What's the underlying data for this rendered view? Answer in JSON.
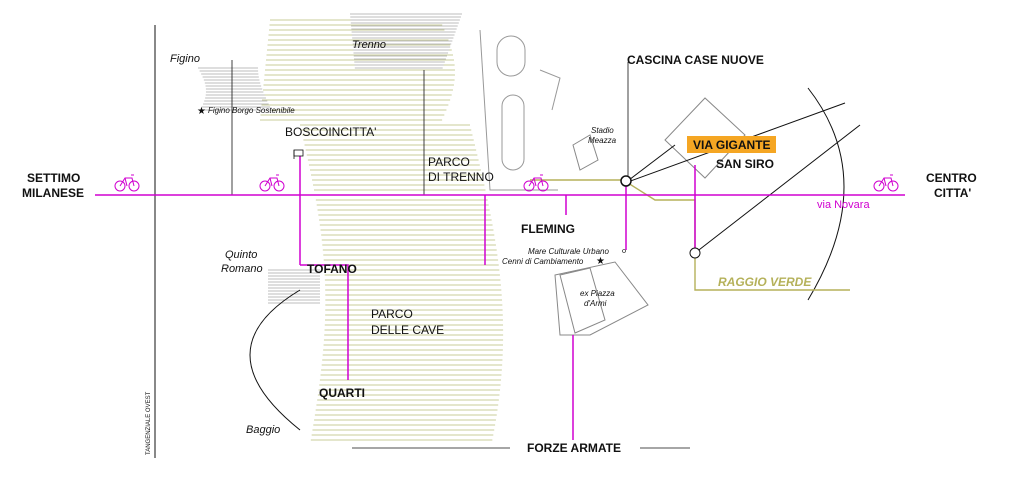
{
  "colors": {
    "bike_route": "#d000d0",
    "raggio_verde": "#b5b15a",
    "highlight_bg": "#f5a623",
    "park_hatch": "#c8cc9a",
    "urban_hatch": "#bdbdbd",
    "line": "#111111"
  },
  "icons": {
    "bicycle": "bicycle-icon",
    "star": "star-icon",
    "flag": "flag-icon",
    "node": "node-circle-icon"
  },
  "labels": {
    "settimo_line1": "SETTIMO",
    "settimo_line2": "MILANESE",
    "centro_line1": "CENTRO",
    "centro_line2": "CITTA'",
    "figino": "Figino",
    "figino_borgo": "Figino Borgo Sostenibile",
    "trenno": "Trenno",
    "boscoincitta": "BOSCOINCITTA'",
    "parco_trenno_1": "PARCO",
    "parco_trenno_2": "DI TRENNO",
    "cascina": "CASCINA CASE NUOVE",
    "stadio_1": "Stadio",
    "stadio_2": "Meazza",
    "via_gigante": "VIA GIGANTE",
    "san_siro": "SAN SIRO",
    "via_novara": "via Novara",
    "fleming": "FLEMING",
    "mare_1": "Mare Culturale Urbano",
    "mare_2": "Cenni di Cambiamento",
    "quinto_1": "Quinto",
    "quinto_2": "Romano",
    "tofano": "TOFANO",
    "raggio_verde": "RAGGIO VERDE",
    "ex_piazza_1": "ex Piazza",
    "ex_piazza_2": "d'Armi",
    "parco_cave_1": "PARCO",
    "parco_cave_2": "DELLE CAVE",
    "quarti": "QUARTI",
    "baggio": "Baggio",
    "tangenziale": "TANGENZIALE OVEST",
    "forze_armate": "FORZE ARMATE"
  }
}
